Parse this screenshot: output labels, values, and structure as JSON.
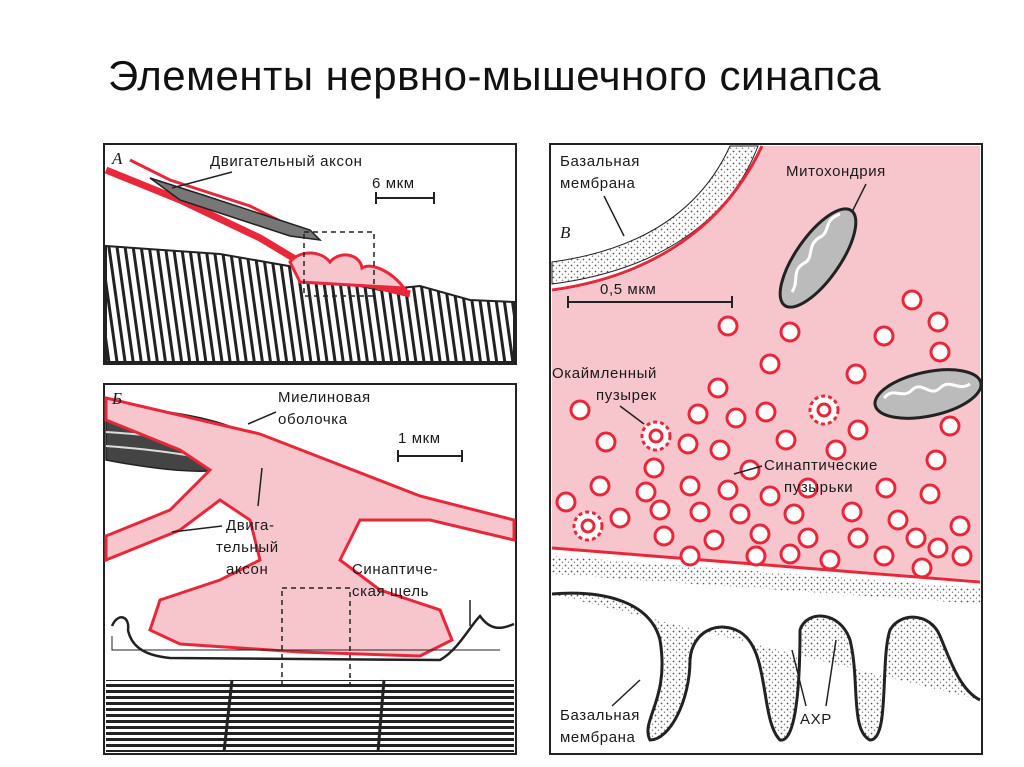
{
  "title": "Элементы нервно-мышечного синапса",
  "panel_a": {
    "letter": "А",
    "motor_axon": "Двигательный аксон",
    "scale": "6 мкм"
  },
  "panel_b": {
    "letter": "Б",
    "myelin_line1": "Миелиновая",
    "myelin_line2": "оболочка",
    "scale": "1 мкм",
    "axon_line1": "Двига-",
    "axon_line2": "тельный",
    "axon_line3": "аксон",
    "cleft_line1": "Синаптиче-",
    "cleft_line2": "ская щель"
  },
  "panel_c": {
    "letter": "В",
    "basal_top_line1": "Базальная",
    "basal_top_line2": "мембрана",
    "mito": "Митохондрия",
    "scale": "0,5 мкм",
    "coated_line1": "Окаймленный",
    "coated_line2": "пузырек",
    "syn_line1": "Синаптические",
    "syn_line2": "пузырьки",
    "basal_bottom_line1": "Базальная",
    "basal_bottom_line2": "мембрана",
    "achr": "АХР"
  },
  "colors": {
    "pink": "#f7c6cc",
    "red": "#e8283a",
    "ink": "#1a1a1a"
  }
}
